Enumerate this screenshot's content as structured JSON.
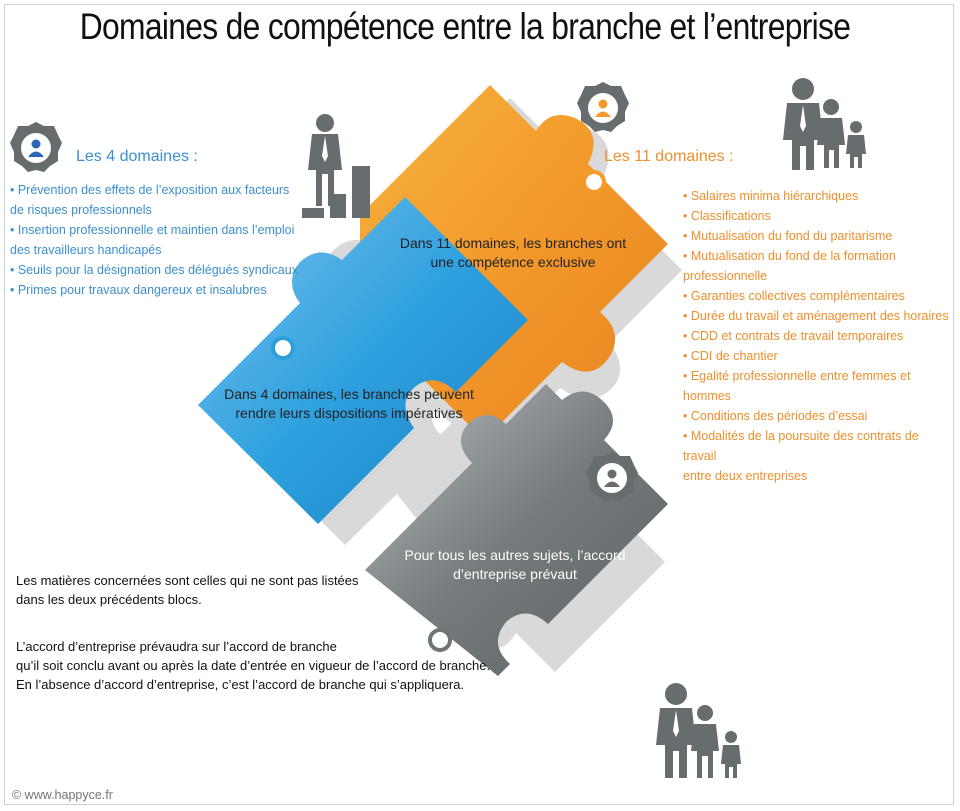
{
  "title": "Domaines de compétence entre la branche et l’entreprise",
  "puzzle": {
    "orange_text": "Dans 11 domaines, les branches ont une compétence  exclusive",
    "blue_text": "Dans 4 domaines, les branches peuvent rendre leurs dispositions impératives",
    "gray_text": "Pour tous les autres sujets, l’accord d’entreprise  prévaut"
  },
  "left": {
    "heading": "Les 4 domaines :",
    "items": [
      "• Prévention des effets de l’exposition aux facteurs",
      "de risques professionnels",
      "• Insertion professionnelle et maintien dans l’emploi",
      "des travailleurs handicapés",
      "• Seuils pour la désignation des délégués syndicaux",
      "• Primes pour travaux dangereux et insalubres"
    ]
  },
  "right": {
    "heading": "Les 11 domaines :",
    "items": [
      "• Salaires minima hiérarchiques",
      "• Classifications",
      "• Mutualisation du fond du paritarisme",
      "• Mutualisation du fond de la formation",
      "professionnelle",
      "• Garanties collectives complémentaires",
      "• Durée du travail et aménagement des horaires",
      "• CDD et contrats de travail temporaires",
      "• CDI de chantier",
      "• Egalité professionnelle entre femmes et hommes",
      "• Conditions des périodes d’essai",
      "• Modalités de la poursuite des contrats de travail",
      "entre deux entreprises"
    ]
  },
  "bottom_note": {
    "paragraph1": [
      "Les matières concernées sont celles qui ne sont pas listées",
      "dans les deux précédents blocs."
    ],
    "paragraph2": [
      "L’accord d’entreprise prévaudra sur l’accord de branche",
      "qu’il soit conclu avant ou après la date d’entrée en vigueur de l’accord de branche.",
      "En l’absence d’accord d’entreprise, c’est l’accord de branche qui s’appliquera."
    ]
  },
  "footer": "© www.happyce.fr",
  "colors": {
    "orange": "#f39a2b",
    "blue": "#2f9fdb",
    "gray": "#6f7476",
    "blue_text": "#3b8fd0",
    "orange_text": "#ee8f2c"
  }
}
